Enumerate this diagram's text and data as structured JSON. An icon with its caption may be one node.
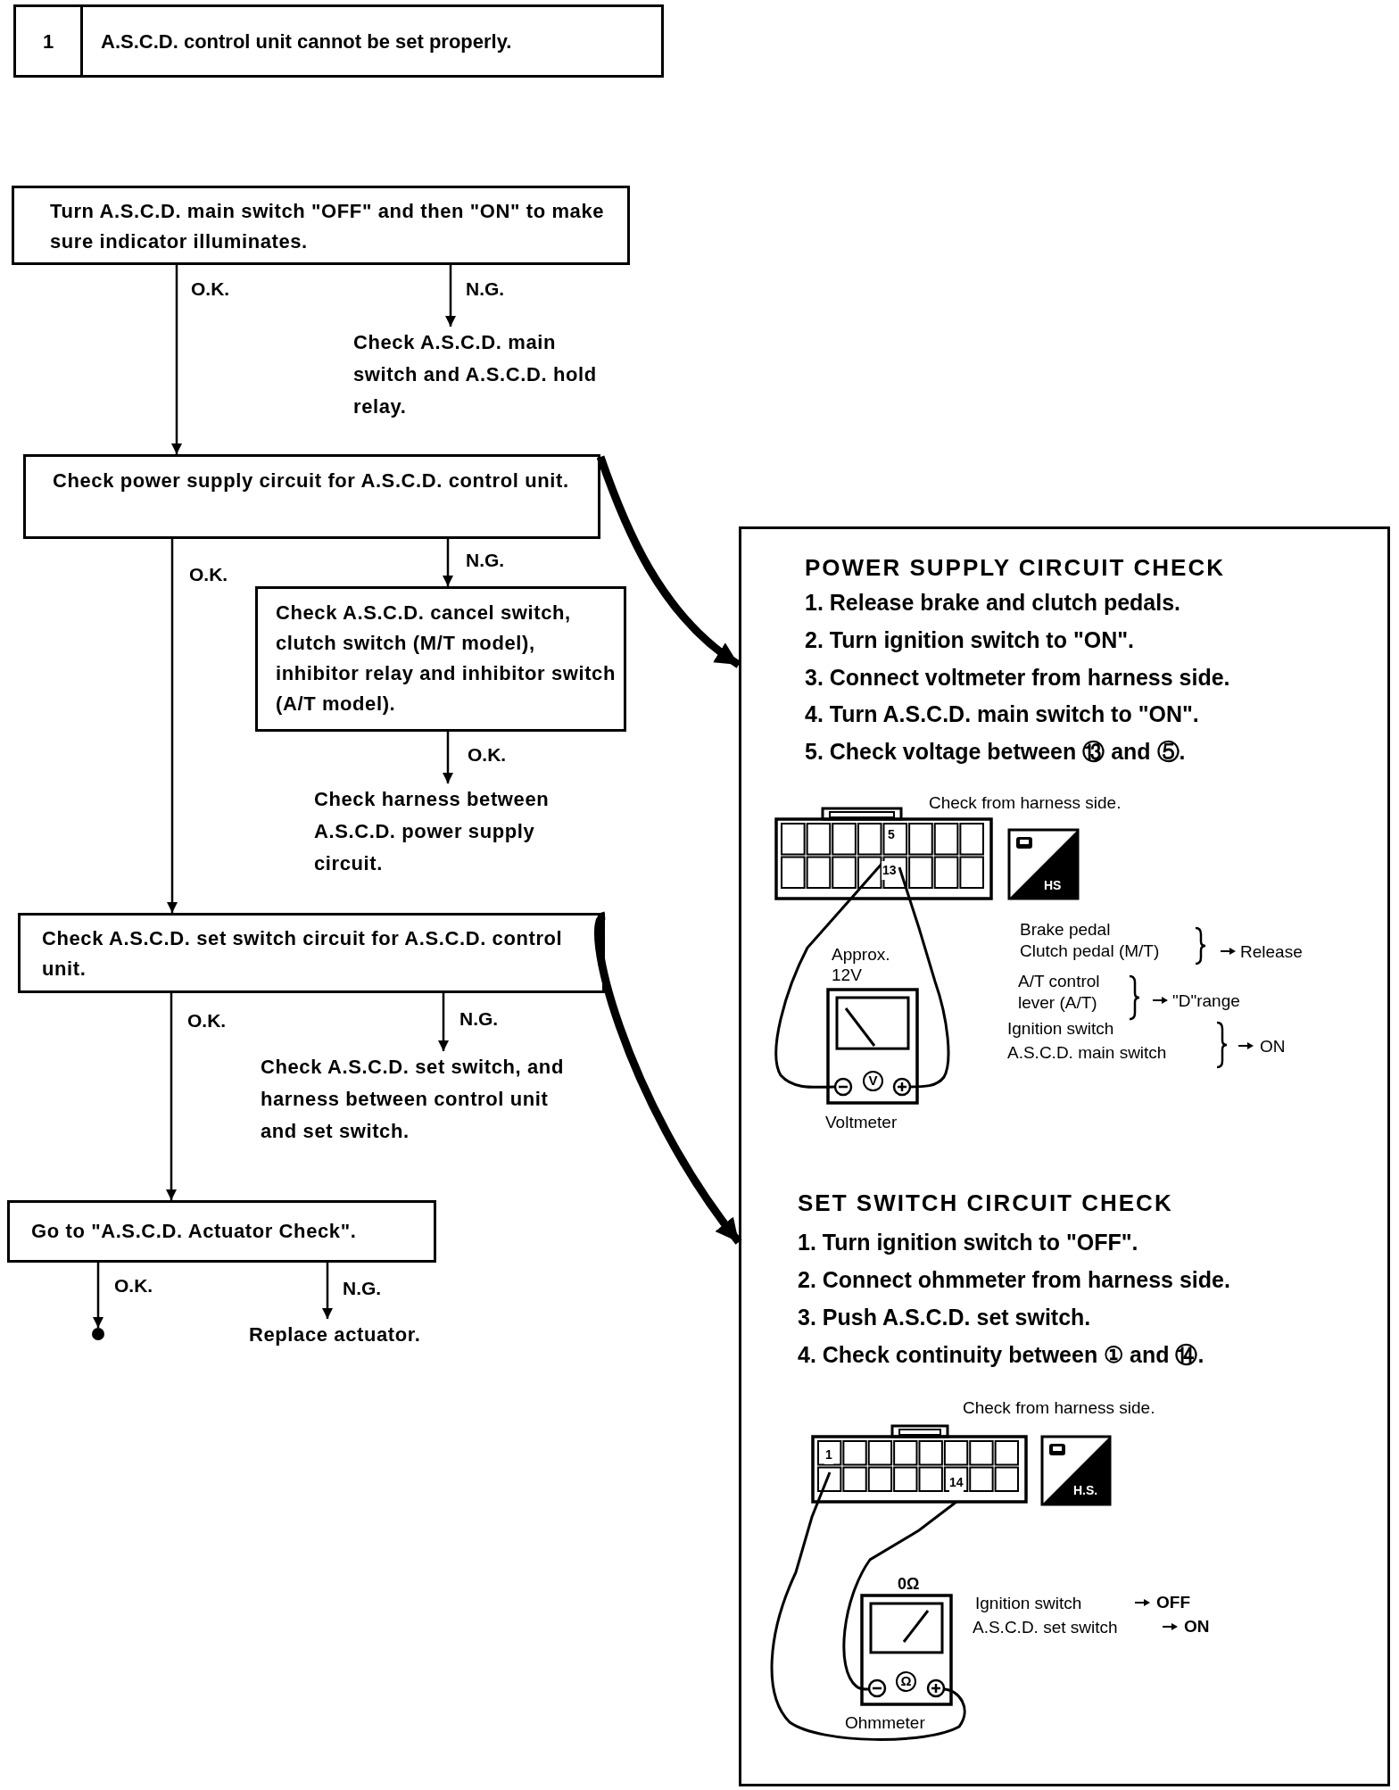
{
  "diagram": {
    "nodes": [
      {
        "text": [
          "1",
          "A.S.C.D. control unit cannot be set properly."
        ]
      },
      {
        "text": [
          "Turn A.S.C.D. main switch \"OFF\" and then \"ON\" to make sure indicator illuminates."
        ]
      },
      {
        "text": [
          "Check A.S.C.D. main switch and A.S.C.D. hold relay."
        ]
      },
      {
        "text": [
          "Check power supply circuit for A.S.C.D. control unit."
        ]
      },
      {
        "text": [
          "Check A.S.C.D. cancel switch, clutch switch (M/T model), inhibitor relay and inhibitor switch (A/T model)."
        ]
      },
      {
        "text": [
          "Check harness between A.S.C.D. power supply circuit."
        ]
      },
      {
        "text": [
          "Check A.S.C.D. set switch circuit for A.S.C.D. control unit."
        ]
      },
      {
        "text": [
          "Check A.S.C.D. set switch, and harness between control unit and set switch."
        ]
      },
      {
        "text": [
          "Go to \"A.S.C.D. Actuator Check\"."
        ]
      },
      {
        "text": [],
        "shape": "circle"
      },
      {
        "text": [
          "Replace actuator."
        ]
      },
      {
        "text": [
          "POWER SUPPLY CIRCUIT CHECK",
          "1. Release brake and clutch pedals.",
          "2. Turn ignition switch to \"ON\".",
          "3. Connect voltmeter from harness side.",
          "4. Turn A.S.C.D. main switch to \"ON\".",
          "5. Check voltage between ⑬ and ⑤.",
          "SET SWITCH CIRCUIT CHECK",
          "1. Turn ignition switch to \"OFF\".",
          "2. Connect ohmmeter from harness side.",
          "3. Push A.S.C.D. set switch.",
          "4. Check continuity between ① and ⑭."
        ]
      }
    ],
    "edges": [
      {
        "from": 1,
        "to": 3,
        "arrow": "to",
        "label": "O.K."
      },
      {
        "from": 1,
        "to": 2,
        "arrow": "to",
        "label": "N.G."
      },
      {
        "from": 3,
        "to": 6,
        "arrow": "to",
        "label": "O.K."
      },
      {
        "from": 3,
        "to": 4,
        "arrow": "to",
        "label": "N.G."
      },
      {
        "from": 4,
        "to": 5,
        "arrow": "to",
        "label": "O.K."
      },
      {
        "from": 6,
        "to": 8,
        "arrow": "to",
        "label": "O.K."
      },
      {
        "from": 6,
        "to": 7,
        "arrow": "to",
        "label": "N.G."
      },
      {
        "from": 8,
        "to": 9,
        "arrow": "to",
        "label": "O.K."
      },
      {
        "from": 8,
        "to": 10,
        "arrow": "to",
        "label": "N.G."
      },
      {
        "from": 3,
        "to": 11,
        "arrow": "to",
        "style": "thick"
      },
      {
        "from": 6,
        "to": 11,
        "arrow": "to",
        "style": "thick"
      }
    ],
    "labels": [
      "Check from harness side.",
      "5",
      "13",
      "HS",
      "Approx. 12V",
      "V",
      "Voltmeter",
      "Brake pedal",
      "Clutch pedal (M/T)",
      "Release",
      "A/T control lever (A/T)",
      "\"D\"range",
      "Ignition switch",
      "A.S.C.D. main switch",
      "ON",
      "Check from harness side.",
      "1",
      "14",
      "H.S.",
      "0Ω",
      "Ω",
      "Ohmmeter",
      "Ignition switch",
      "OFF",
      "A.S.C.D. set switch",
      "ON"
    ]
  }
}
